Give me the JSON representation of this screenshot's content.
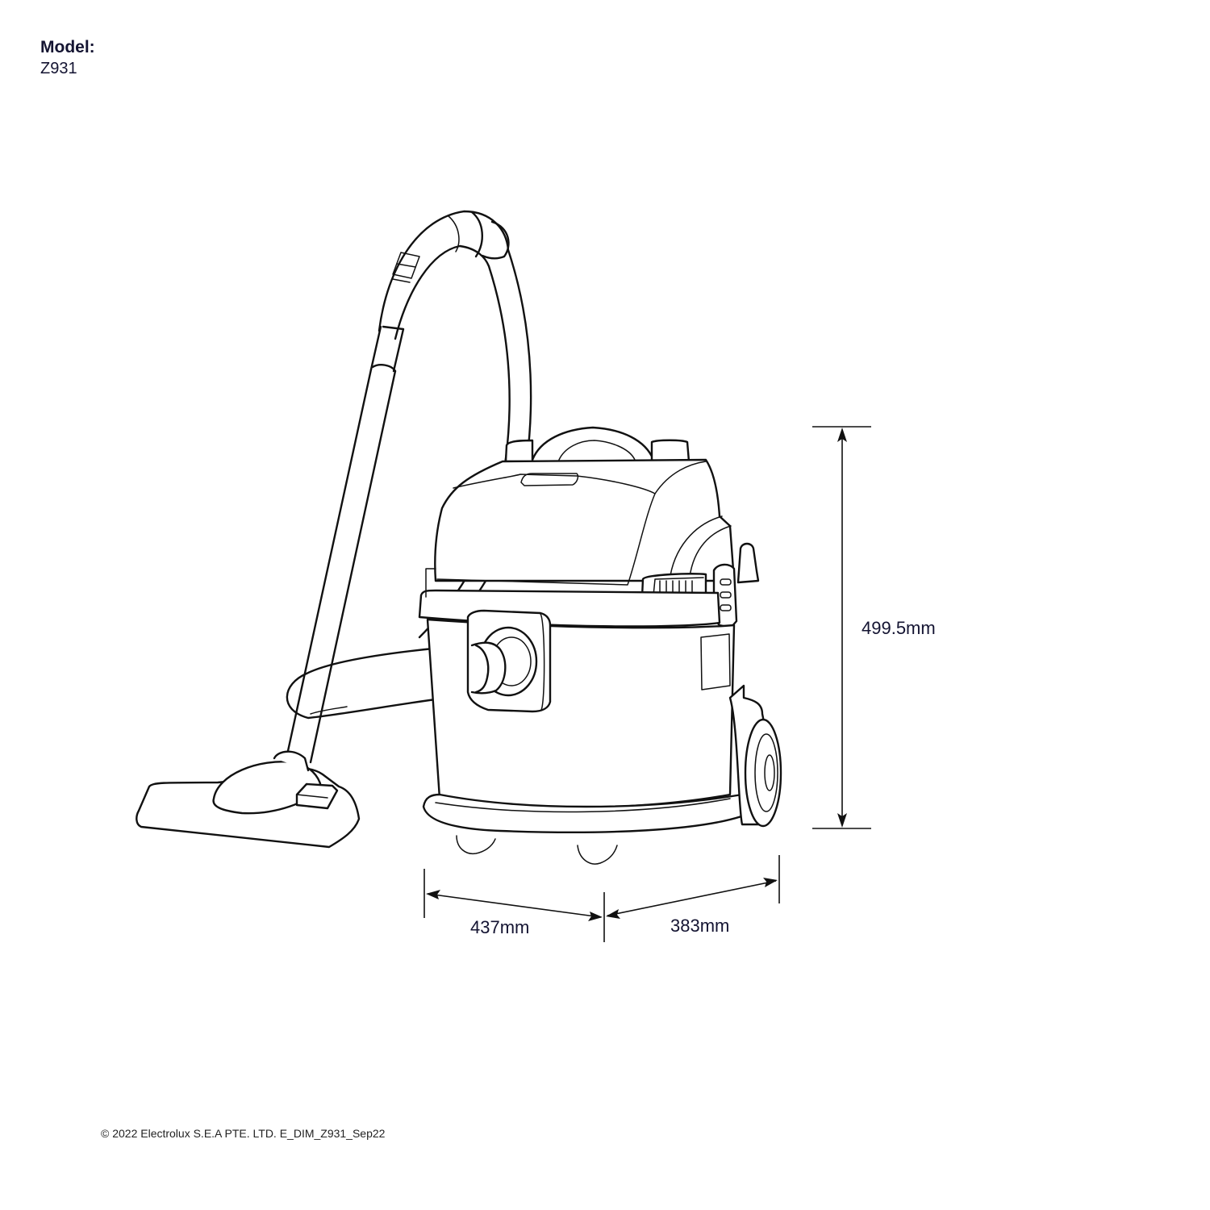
{
  "header": {
    "model_label": "Model:",
    "model_value": "Z931"
  },
  "product": {
    "type": "canister vacuum cleaner",
    "illustration": "line drawing"
  },
  "dimensions": {
    "height": "499.5mm",
    "width": "437mm",
    "depth": "383mm"
  },
  "footer": {
    "copyright": "© 2022 Electrolux S.E.A PTE. LTD. E_DIM_Z931_Sep22"
  },
  "colors": {
    "text": "#141432",
    "line": "#111111",
    "background": "#ffffff"
  }
}
